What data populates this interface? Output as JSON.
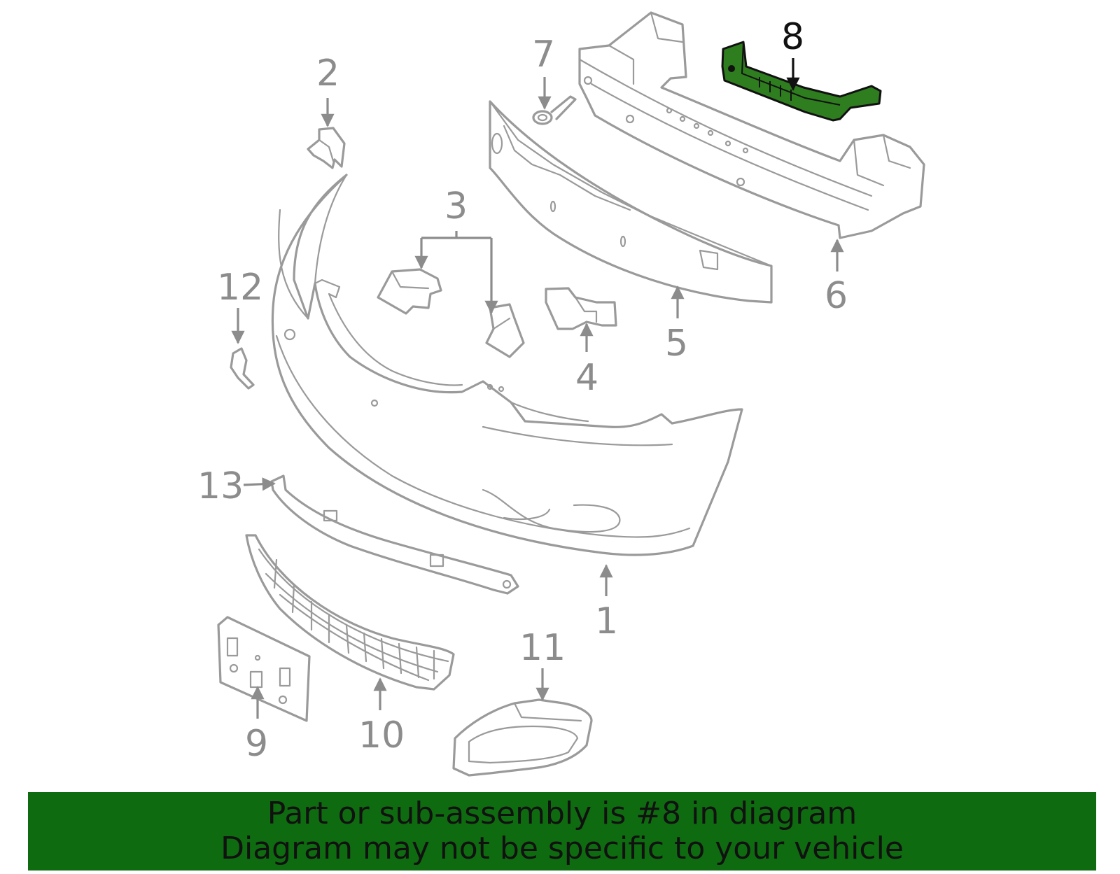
{
  "callouts": [
    {
      "id": "1",
      "label": "1"
    },
    {
      "id": "2",
      "label": "2"
    },
    {
      "id": "3",
      "label": "3"
    },
    {
      "id": "4",
      "label": "4"
    },
    {
      "id": "5",
      "label": "5"
    },
    {
      "id": "6",
      "label": "6"
    },
    {
      "id": "7",
      "label": "7"
    },
    {
      "id": "8",
      "label": "8"
    },
    {
      "id": "9",
      "label": "9"
    },
    {
      "id": "10",
      "label": "10"
    },
    {
      "id": "11",
      "label": "11"
    },
    {
      "id": "12",
      "label": "12"
    },
    {
      "id": "13",
      "label": "13"
    }
  ],
  "highlighted_part": "8",
  "colors": {
    "highlight": "#2e7d1f",
    "banner": "#0f6b10",
    "line_art": "#9a9a9a"
  },
  "banner": {
    "line1": "Part or sub-assembly is #8 in diagram",
    "line2": "Diagram may not be specific to your vehicle"
  }
}
